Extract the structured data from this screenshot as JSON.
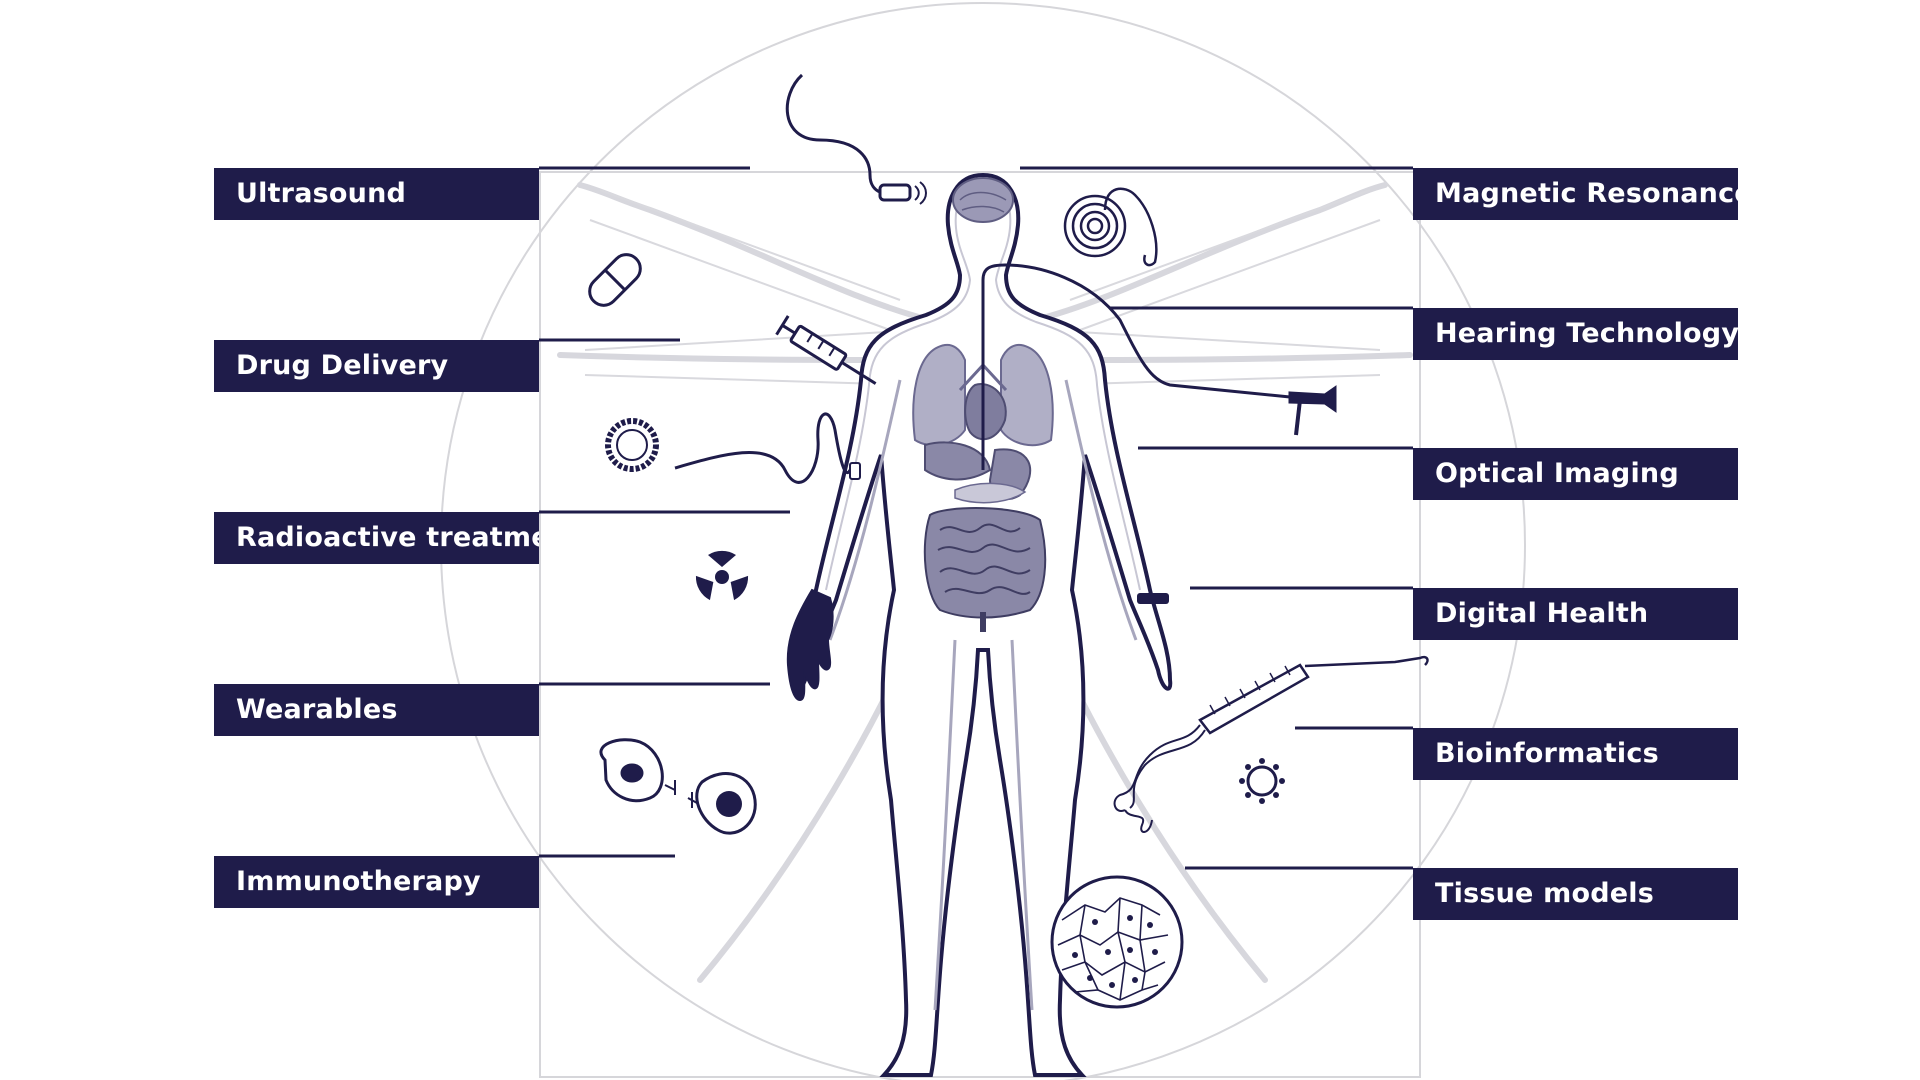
{
  "labels_left": [
    "Ultrasound",
    "Drug Delivery",
    "Radioactive treatment",
    "Wearables",
    "Immunotherapy"
  ],
  "labels_right": [
    "Magnetic Resonance",
    "Hearing Technology",
    "Optical Imaging",
    "Digital Health",
    "Bioinformatics",
    "Tissue models"
  ],
  "colors": {
    "navy": "#1f1c4a",
    "faint_outline": "#d3d3d8",
    "organs": "#8a88a7",
    "organ_fill": "#9b99b6"
  },
  "icons": [
    "ultrasound-probe-icon",
    "pill-icon",
    "syringe-icon",
    "nanoparticle-icon",
    "radiation-icon",
    "immune-cell-icon",
    "mri-coil-icon",
    "endoscope-icon",
    "neural-probe-icon",
    "dna-helix-icon",
    "virus-icon",
    "tissue-cells-icon",
    "smartwatch-icon",
    "glove-icon"
  ]
}
